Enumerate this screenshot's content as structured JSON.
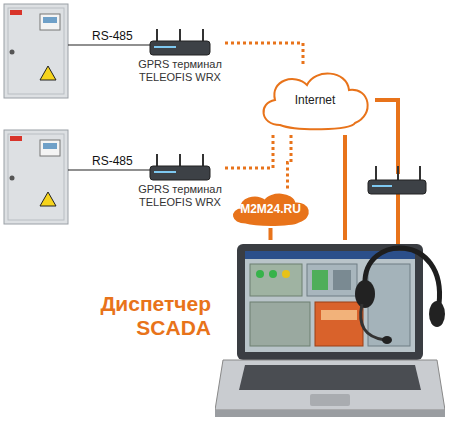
{
  "diagram": {
    "nodes": [
      {
        "text": [
          "GPRS терминал TELEOFIS WRX"
        ]
      },
      {
        "text": [
          "GPRS терминал TELEOFIS WRX"
        ]
      },
      {
        "text": [
          "Internet"
        ]
      },
      {
        "text": [
          "M2M24.RU"
        ]
      },
      {
        "text": [
          "Диспетчер SCADA"
        ]
      }
    ],
    "edges": [
      {
        "from": 0,
        "to": 2,
        "arrow": "none"
      },
      {
        "from": 1,
        "to": 2,
        "arrow": "none"
      },
      {
        "from": 2,
        "to": 3,
        "arrow": "none"
      },
      {
        "from": 3,
        "to": 4,
        "arrow": "none"
      },
      {
        "from": 2,
        "to": 4,
        "arrow": "none"
      }
    ],
    "labels": [
      "RS-485",
      "RS-485"
    ]
  }
}
